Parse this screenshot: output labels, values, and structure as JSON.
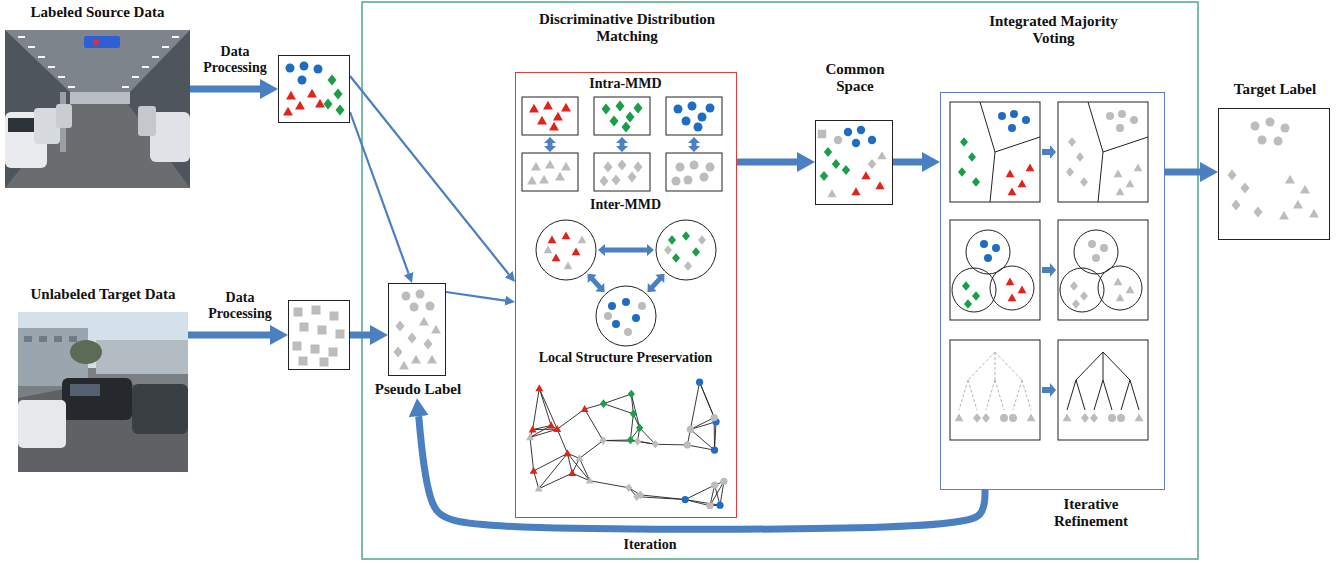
{
  "diagram": {
    "nodes": [
      {
        "text": [
          "Labeled Source Data"
        ]
      },
      {
        "text": []
      },
      {
        "text": [
          "Unlabeled Target Data"
        ]
      },
      {
        "text": []
      },
      {
        "text": [
          "Pseudo Label"
        ]
      },
      {
        "text": [
          "Discriminative Distribution Matching",
          "Intra-MMD",
          "Inter-MMD",
          "Local Structure Preservation"
        ]
      },
      {
        "text": [
          "Common Space"
        ]
      },
      {
        "text": [
          "Integrated Majority Voting",
          "Iterative Refinement"
        ]
      },
      {
        "text": [
          "Target Label"
        ]
      }
    ],
    "edges": [
      {
        "from": 0,
        "to": 1,
        "arrow": "to",
        "label": "Data Processing"
      },
      {
        "from": 2,
        "to": 3,
        "arrow": "to",
        "label": "Data Processing"
      },
      {
        "from": 3,
        "to": 4,
        "arrow": "to"
      },
      {
        "from": 1,
        "to": 4,
        "arrow": "to"
      },
      {
        "from": 1,
        "to": 5,
        "arrow": "to"
      },
      {
        "from": 4,
        "to": 5,
        "arrow": "to"
      },
      {
        "from": 5,
        "to": 6,
        "arrow": "to"
      },
      {
        "from": 6,
        "to": 7,
        "arrow": "to"
      },
      {
        "from": 7,
        "to": 8,
        "arrow": "to"
      },
      {
        "from": 7,
        "to": 4,
        "arrow": "to",
        "label": "Iteration"
      }
    ]
  }
}
